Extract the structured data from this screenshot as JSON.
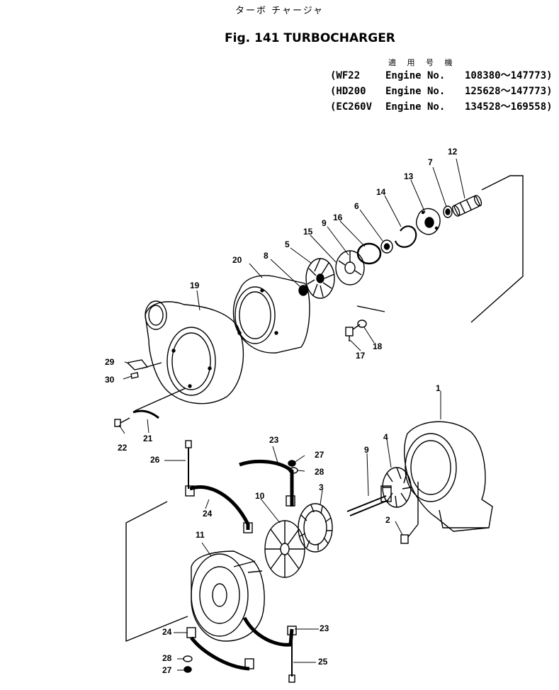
{
  "header": {
    "japanese_title": "ターボ チャージャ",
    "figure_title": "Fig. 141  TURBOCHARGER",
    "applicability_label": "適 用 号 機",
    "rows": [
      {
        "model": "(WF22",
        "engine": "Engine No.",
        "range": "108380～147773)"
      },
      {
        "model": "(HD200",
        "engine": "Engine No.",
        "range": "125628～147773)"
      },
      {
        "model": "(EC260V",
        "engine": "Engine No.",
        "range": "134528～169558)"
      }
    ]
  },
  "callouts": {
    "c1": "1",
    "c2": "2",
    "c3": "3",
    "c4": "4",
    "c5": "5",
    "c6": "6",
    "c7": "7",
    "c8": "8",
    "c9a": "9",
    "c9b": "9",
    "c10": "10",
    "c11": "11",
    "c12": "12",
    "c13": "13",
    "c14": "14",
    "c15": "15",
    "c16": "16",
    "c17": "17",
    "c18": "18",
    "c19": "19",
    "c20": "20",
    "c21": "21",
    "c22": "22",
    "c23a": "23",
    "c23b": "23",
    "c24a": "24",
    "c24b": "24",
    "c25": "25",
    "c26": "26",
    "c27a": "27",
    "c27b": "27",
    "c28a": "28",
    "c28b": "28",
    "c29": "29",
    "c30": "30"
  }
}
